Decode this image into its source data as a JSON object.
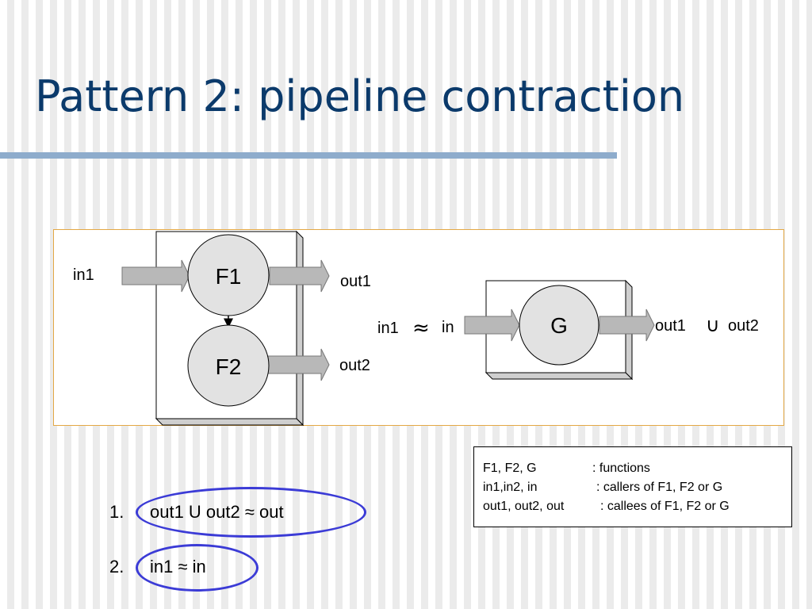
{
  "slide": {
    "title": "Pattern 2: pipeline contraction"
  },
  "diagram": {
    "left": {
      "input_label": "in1",
      "f1_label": "F1",
      "f2_label": "F2",
      "out1_label": "out1",
      "out2_label": "out2"
    },
    "right": {
      "in1_label": "in1",
      "approx_symbol": "≈",
      "in_label": "in",
      "g_label": "G",
      "out1_label": "out1",
      "union_symbol": "∪",
      "out2_label": "out2"
    }
  },
  "legend": {
    "rows": [
      {
        "key": "F1, F2, G",
        "desc": ": functions"
      },
      {
        "key": "in1,in2, in",
        "desc": ": callers of F1, F2 or G"
      },
      {
        "key": "out1, out2, out",
        "desc": ": callees of F1, F2 or G"
      }
    ]
  },
  "equations": [
    {
      "number": "1.",
      "text": "out1 U out2 ≈ out"
    },
    {
      "number": "2.",
      "text": "in1 ≈ in"
    }
  ],
  "colors": {
    "title": "#0b3a6b",
    "title_rule": "#8eaccc",
    "frame_border": "#e3a845",
    "node_fill": "#e2e2e2",
    "arrow_fill": "#b8b8b8",
    "oval_stroke": "#3b3bd6"
  }
}
